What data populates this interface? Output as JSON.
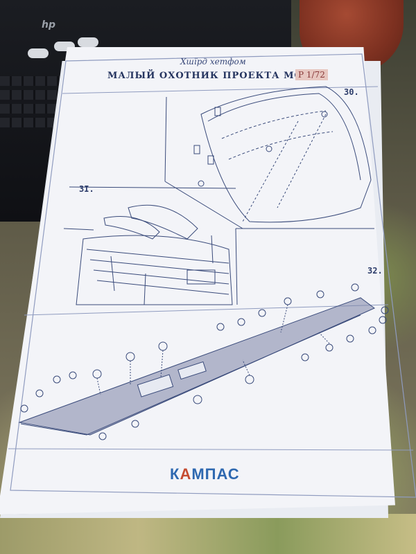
{
  "sheet": {
    "author": "Хшїрд хетфом",
    "title": "МАЛЫЙ ОХОТНИК ПРОЕКТА МО-4",
    "scale": "P 1/72",
    "steps": [
      "30.",
      "3I.",
      "32."
    ],
    "brand_left": "К",
    "brand_mark": "А",
    "brand_right": "МПАС"
  },
  "laptop": {
    "logo": "hp"
  }
}
